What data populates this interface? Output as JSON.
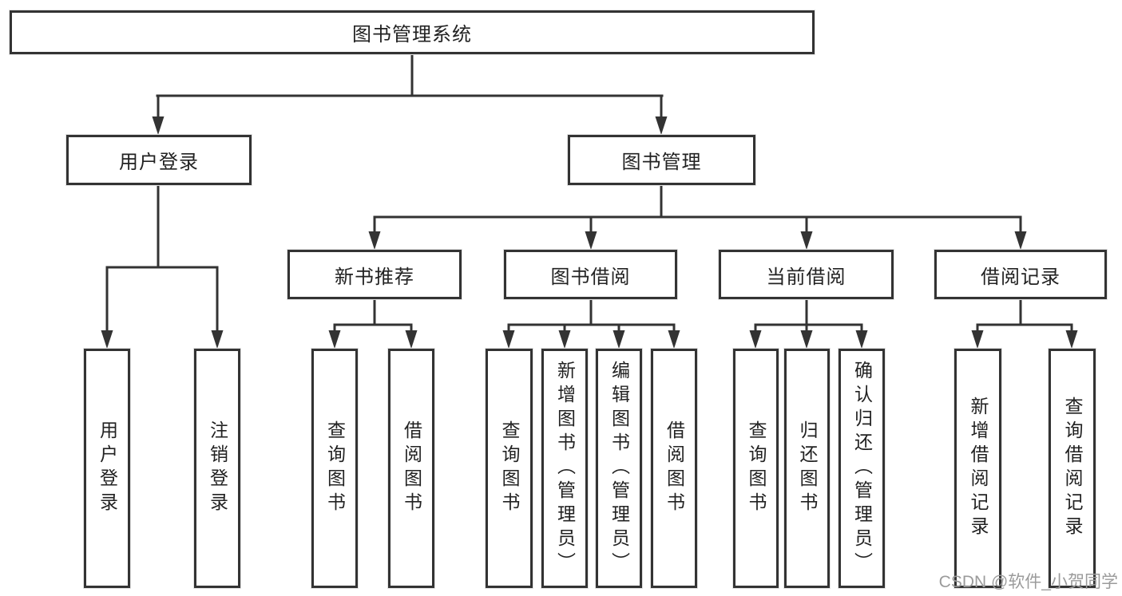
{
  "colors": {
    "line": "#333333",
    "text": "#222222",
    "background": "#ffffff",
    "watermark": "#9b9b9b"
  },
  "watermark": {
    "text": "CSDN @软件_小贺同学"
  },
  "tree": {
    "label": "图书管理系统",
    "children": [
      {
        "label": "用户登录",
        "children": [
          {
            "label": "用户登录"
          },
          {
            "label": "注销登录"
          }
        ]
      },
      {
        "label": "图书管理",
        "children": [
          {
            "label": "新书推荐",
            "children": [
              {
                "label": "查询图书"
              },
              {
                "label": "借阅图书"
              }
            ]
          },
          {
            "label": "图书借阅",
            "children": [
              {
                "label": "查询图书"
              },
              {
                "label": "新增图书（管理员）"
              },
              {
                "label": "编辑图书（管理员）"
              },
              {
                "label": "借阅图书"
              }
            ]
          },
          {
            "label": "当前借阅",
            "children": [
              {
                "label": "查询图书"
              },
              {
                "label": "归还图书"
              },
              {
                "label": "确认归还（管理员）"
              }
            ]
          },
          {
            "label": "借阅记录",
            "children": [
              {
                "label": "新增借阅记录"
              },
              {
                "label": "查询借阅记录"
              }
            ]
          }
        ]
      }
    ]
  }
}
